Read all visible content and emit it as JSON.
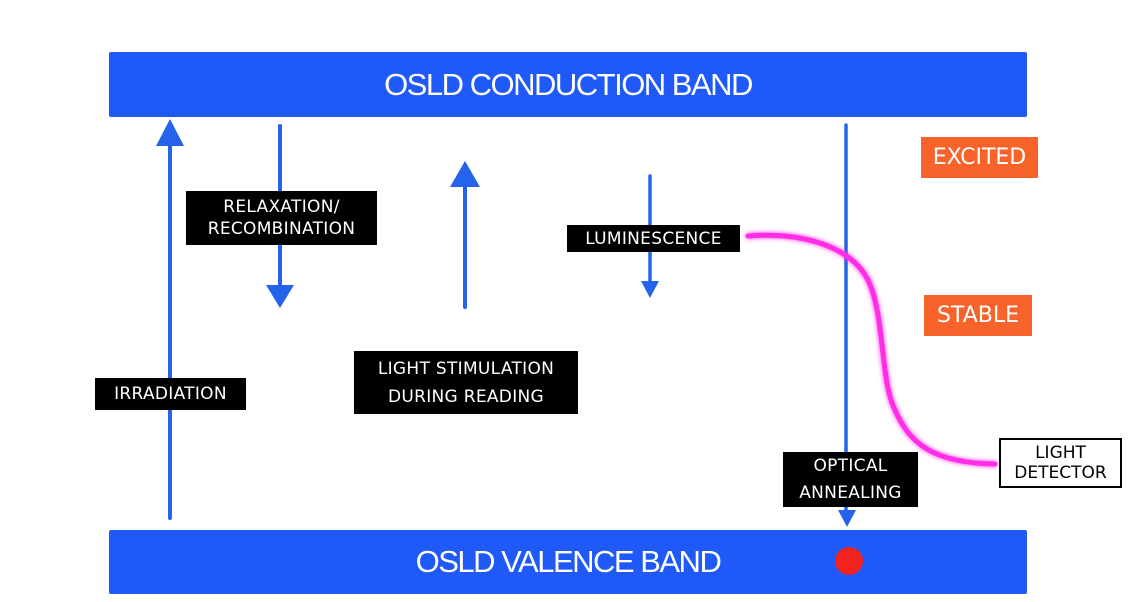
{
  "bands": {
    "conduction": "OSLD CONDUCTION BAND",
    "valence": "OSLD VALENCE BAND"
  },
  "states": {
    "excited": "EXCITED",
    "stable": "STABLE"
  },
  "processes": {
    "irradiation": "IRRADIATION",
    "relaxation": "RELAXATION/\nRECOMBINATION",
    "light_stimulation": "LIGHT STIMULATION\nDURING READING",
    "luminescence": "LUMINESCENCE",
    "optical_annealing": "OPTICAL\nANNEALING"
  },
  "detector": {
    "label": "LIGHT\nDETECTOR"
  },
  "colors": {
    "band_blue": "#1f5af8",
    "arrow_blue": "#2563eb",
    "state_orange": "#f7632a",
    "luminescence_magenta": "#ff2fe6",
    "electron_red": "#f2231f"
  }
}
